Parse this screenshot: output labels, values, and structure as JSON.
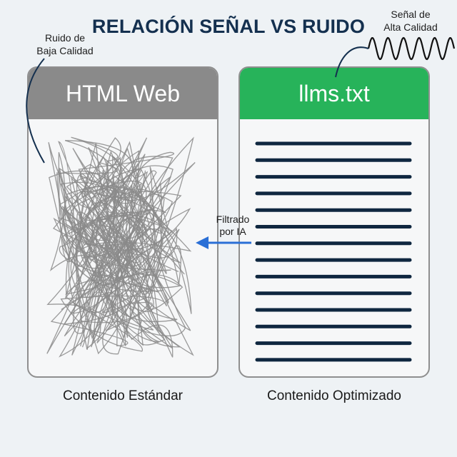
{
  "title": "RELACIÓN SEÑAL VS RUIDO",
  "annotations": {
    "noise": [
      "Ruido de",
      "Baja Calidad"
    ],
    "signal": [
      "Señal de",
      "Alta Calidad"
    ],
    "filter": [
      "Filtrado",
      "por IA"
    ]
  },
  "panels": {
    "left": {
      "header": "HTML Web",
      "caption": "Contenido Estándar",
      "header_color": "#8a8a8a"
    },
    "right": {
      "header": "llms.txt",
      "caption": "Contenido Optimizado",
      "header_color": "#27b35a",
      "line_count": 14
    }
  },
  "colors": {
    "title": "#14304f",
    "arrow": "#2a6fd6",
    "lines": "#0f2740",
    "scribble": "#8a8a8a"
  }
}
